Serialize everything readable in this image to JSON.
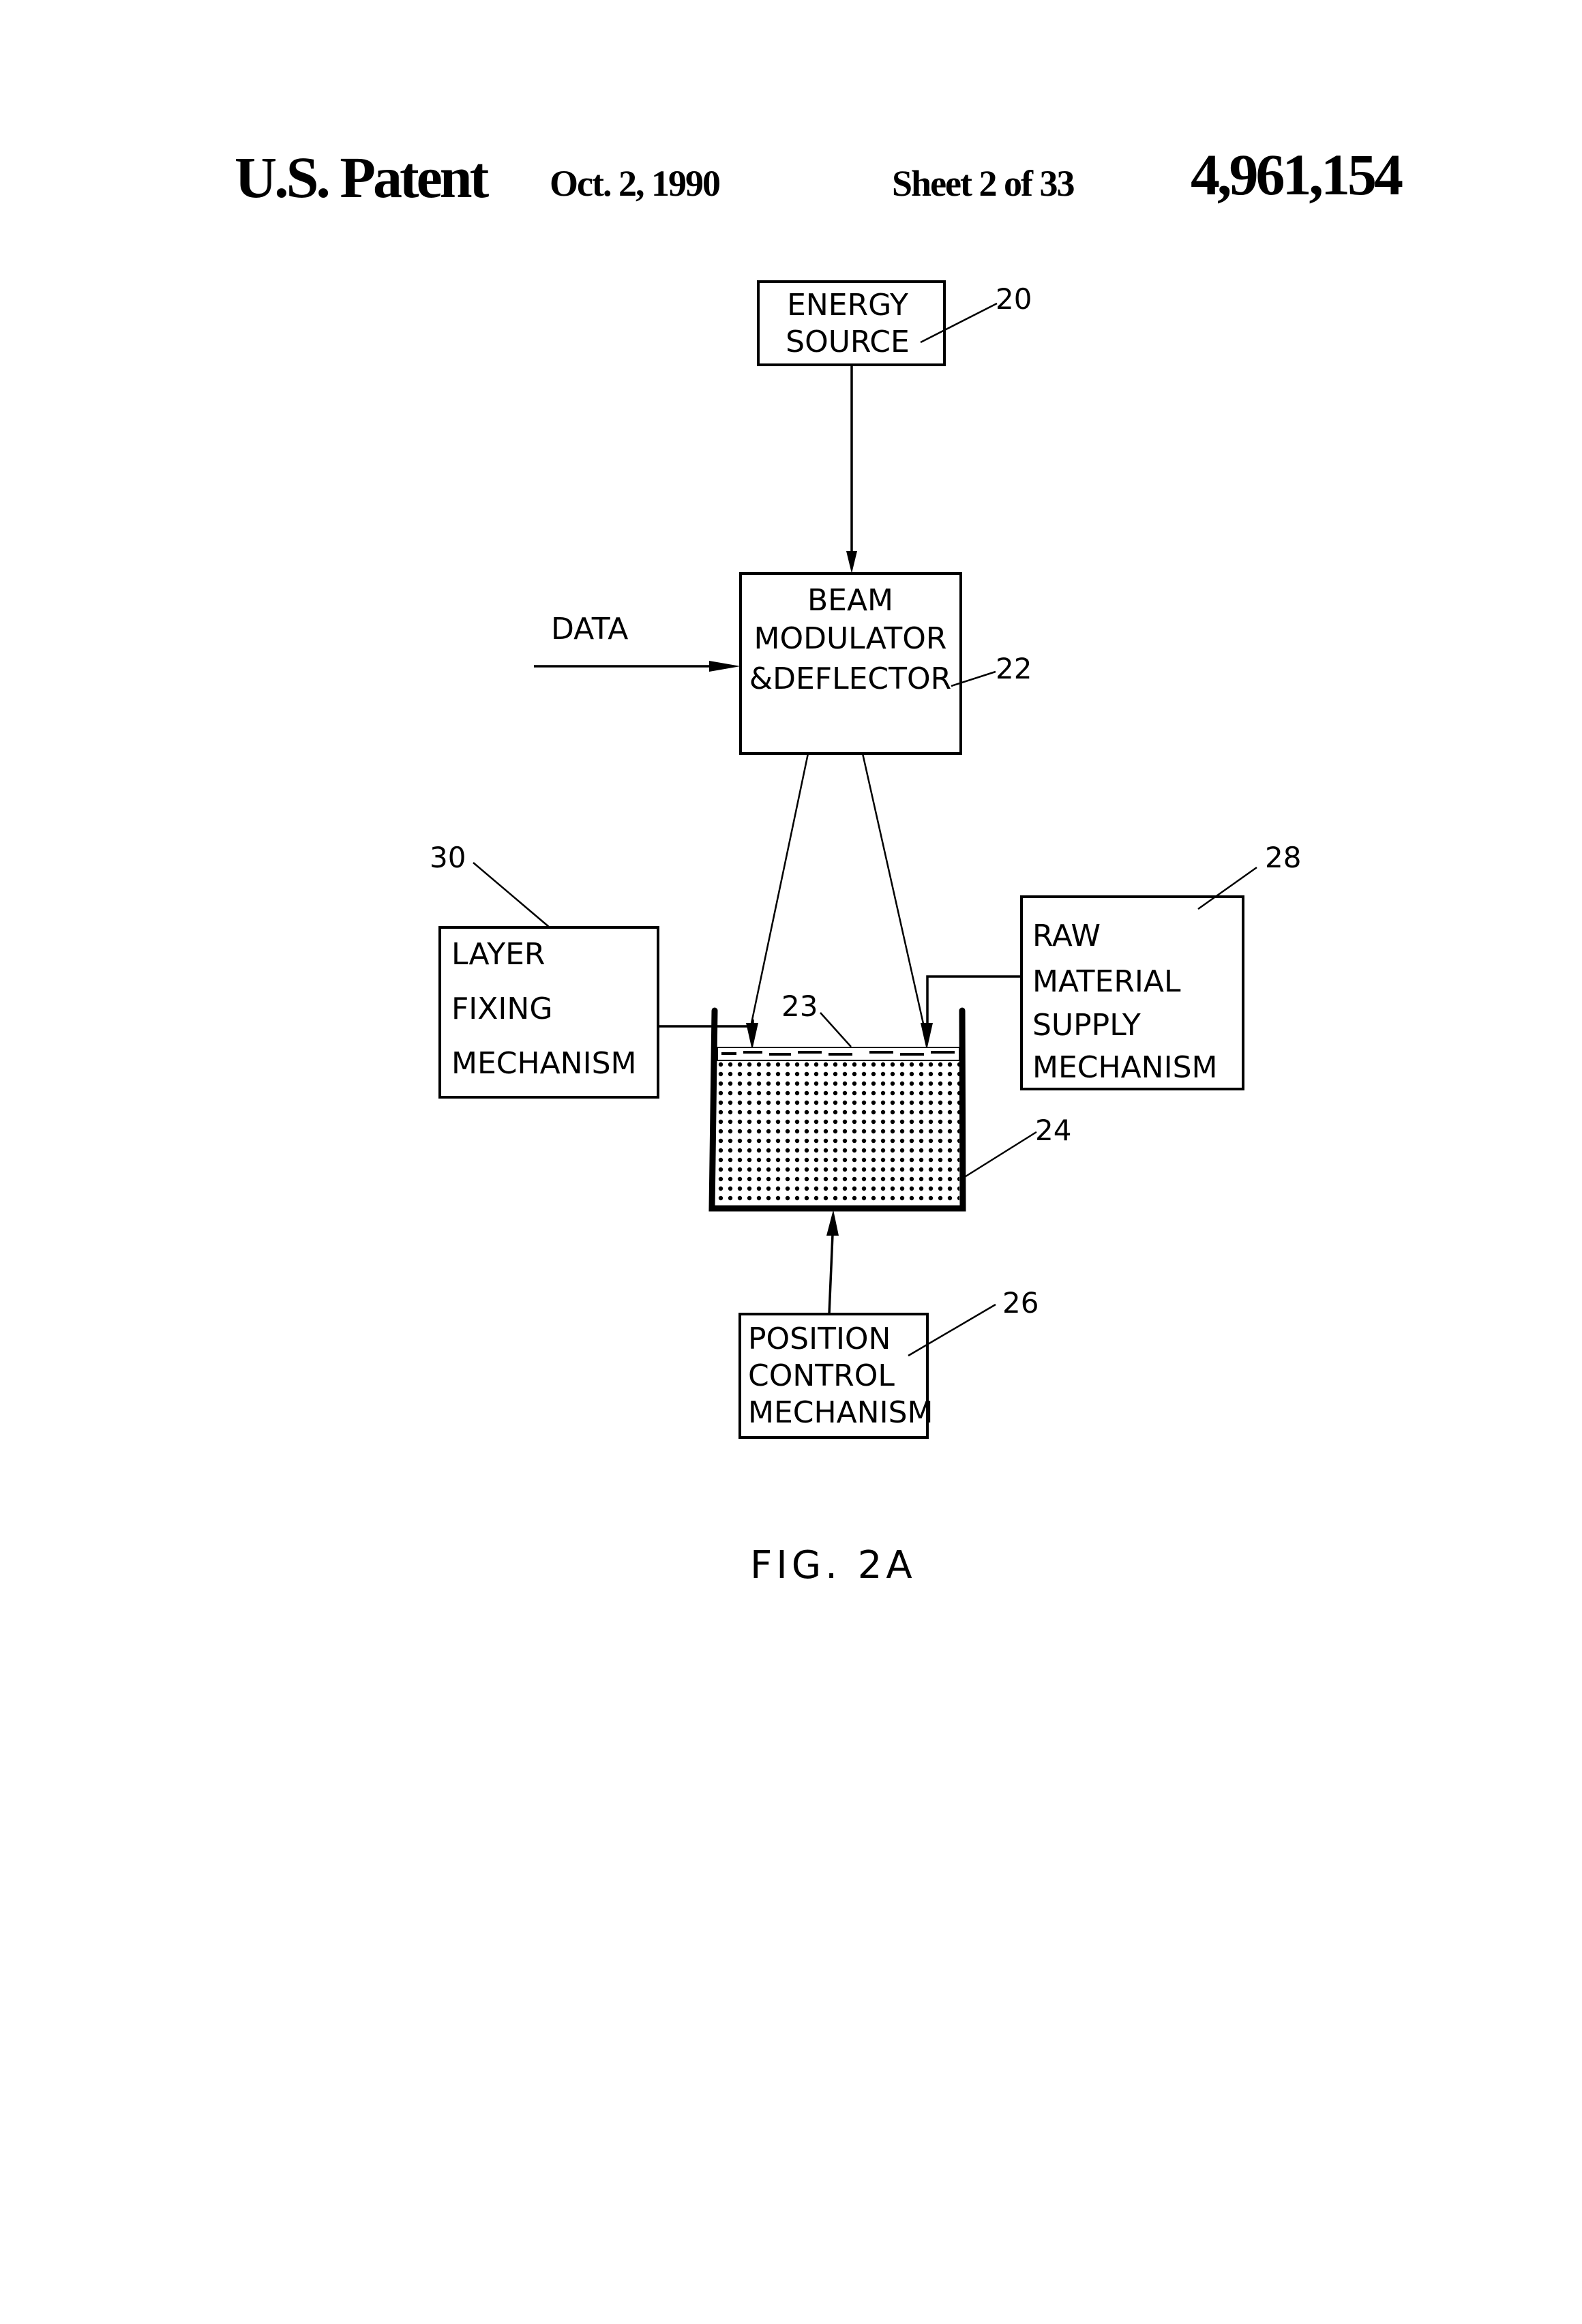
{
  "header": {
    "title": "U.S. Patent",
    "date": "Oct. 2, 1990",
    "sheet": "Sheet 2 of 33",
    "patent_number": "4,961,154"
  },
  "diagram": {
    "energy_source": {
      "lines": [
        "ENERGY",
        "SOURCE"
      ],
      "ref": "20"
    },
    "beam_modulator": {
      "lines": [
        "BEAM",
        "MODULATOR",
        "&DEFLECTOR"
      ],
      "ref": "22"
    },
    "data_input": "DATA",
    "layer_fixing": {
      "lines": [
        "LAYER",
        "FIXING",
        "MECHANISM"
      ],
      "ref": "30"
    },
    "raw_material": {
      "lines": [
        "RAW",
        "MATERIAL",
        "SUPPLY",
        "MECHANISM"
      ],
      "ref": "28"
    },
    "surface_layer_ref": "23",
    "vat_ref": "24",
    "position_control": {
      "lines": [
        "POSITION",
        "CONTROL",
        "MECHANISM"
      ],
      "ref": "26"
    }
  },
  "figure_caption": "FIG. 2A"
}
